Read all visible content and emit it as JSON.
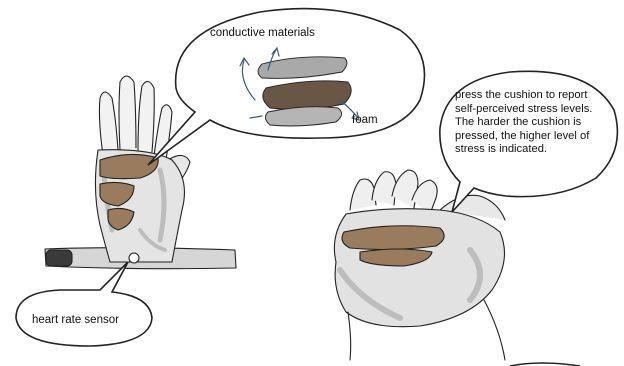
{
  "labels": {
    "conductive_materials": "conductive materials",
    "foam": "foam",
    "heart_rate_sensor": "heart rate sensor",
    "stress_instruction": "press the cushion to report self-perceived stress levels. The harder the cushion is pressed, the higher level of stress is indicated."
  },
  "colors": {
    "cushion_brown": "#9a7b5e",
    "foam_dark": "#6a5645",
    "glove_gray": "#c9c9c9",
    "outline": "#222222",
    "arrow_blue": "#3b5b7a"
  }
}
